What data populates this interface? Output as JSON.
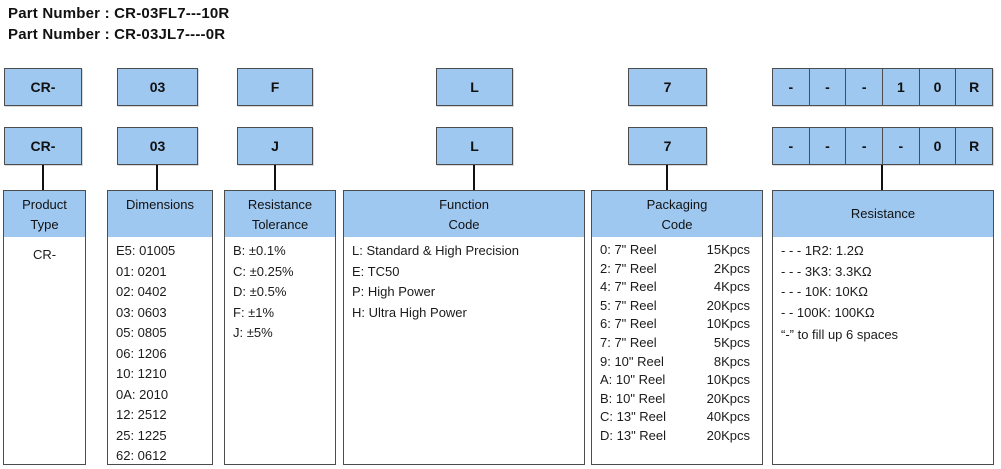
{
  "title": {
    "line1": "Part Number : CR-03FL7---10R",
    "line2": "Part Number : CR-03JL7----0R"
  },
  "colors": {
    "box_fill": "#9FC8F0",
    "box_border": "#4D4D4D",
    "text": "#111111"
  },
  "rows": [
    {
      "boxes": [
        "CR-",
        "03",
        "F",
        "L",
        "7"
      ],
      "cells": [
        "-",
        "-",
        "-",
        "1",
        "0",
        "R"
      ]
    },
    {
      "boxes": [
        "CR-",
        "03",
        "J",
        "L",
        "7"
      ],
      "cells": [
        "-",
        "-",
        "-",
        "-",
        "0",
        "R"
      ]
    }
  ],
  "columns": [
    {
      "header1": "Product",
      "header2": "Type",
      "items": [
        "CR-"
      ]
    },
    {
      "header1": "Dimensions",
      "header2": "",
      "items": [
        "E5: 01005",
        "01: 0201",
        "02: 0402",
        "03: 0603",
        "05: 0805",
        "06: 1206",
        "10: 1210",
        "0A: 2010",
        "12: 2512",
        "25: 1225",
        "62: 0612"
      ]
    },
    {
      "header1": "Resistance",
      "header2": "Tolerance",
      "items": [
        "B: ±0.1%",
        "C: ±0.25%",
        "D: ±0.5%",
        "F: ±1%",
        "J: ±5%"
      ]
    },
    {
      "header1": "Function",
      "header2": "Code",
      "items": [
        "L: Standard & High Precision",
        "E: TC50",
        "P: High Power",
        "H: Ultra High Power"
      ]
    },
    {
      "header1": "Packaging",
      "header2": "Code",
      "items": [
        {
          "label": "0: 7\" Reel",
          "qty": "15Kpcs"
        },
        {
          "label": "2: 7\" Reel",
          "qty": "2Kpcs"
        },
        {
          "label": "4: 7\" Reel",
          "qty": "4Kpcs"
        },
        {
          "label": "5: 7\" Reel",
          "qty": "20Kpcs"
        },
        {
          "label": "6: 7\" Reel",
          "qty": "10Kpcs"
        },
        {
          "label": "7: 7\" Reel",
          "qty": "5Kpcs"
        },
        {
          "label": "9: 10\" Reel",
          "qty": "8Kpcs"
        },
        {
          "label": "A: 10\" Reel",
          "qty": "10Kpcs"
        },
        {
          "label": "B: 10\" Reel",
          "qty": "20Kpcs"
        },
        {
          "label": "C: 13\" Reel",
          "qty": "40Kpcs"
        },
        {
          "label": "D: 13\" Reel",
          "qty": "20Kpcs"
        }
      ]
    },
    {
      "header1": "Resistance",
      "header2": "",
      "items": [
        "- - - 1R2: 1.2Ω",
        "- - - 3K3: 3.3KΩ",
        "- - - 10K: 10KΩ",
        "- - 100K: 100KΩ",
        "“-” to fill up 6 spaces"
      ]
    }
  ]
}
